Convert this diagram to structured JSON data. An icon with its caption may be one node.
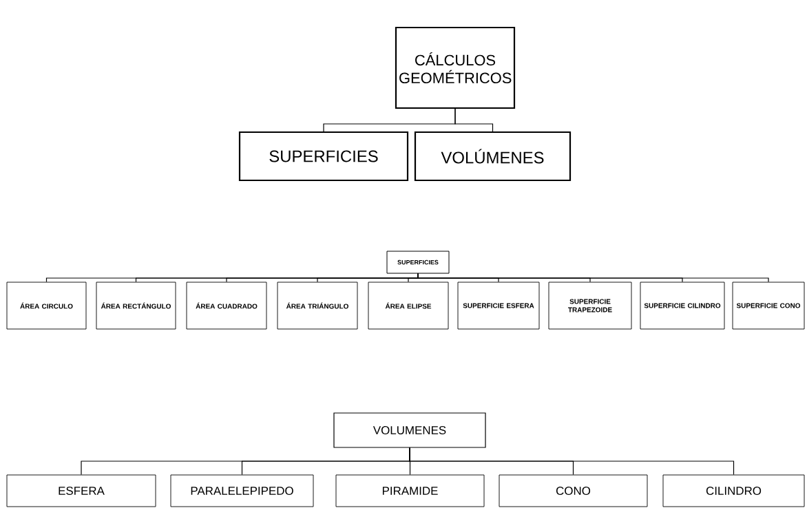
{
  "diagram": {
    "nodes": [
      {
        "text": [
          "CÁLCULOS GEOMÉTRICOS"
        ]
      },
      {
        "text": [
          "SUPERFICIES"
        ]
      },
      {
        "text": [
          "VOLÚMENES"
        ]
      },
      {
        "text": [
          "SUPERFICIES"
        ]
      },
      {
        "text": [
          "ÁREA CIRCULO"
        ]
      },
      {
        "text": [
          "ÁREA RECTÁNGULO"
        ]
      },
      {
        "text": [
          "ÁREA CUADRADO"
        ]
      },
      {
        "text": [
          "ÁREA TRIÁNGULO"
        ]
      },
      {
        "text": [
          "ÁREA ELIPSE"
        ]
      },
      {
        "text": [
          "SUPERFICIE ESFERA"
        ]
      },
      {
        "text": [
          "SUPERFICIE TRAPEZOIDE"
        ]
      },
      {
        "text": [
          "SUPERFICIE CILINDRO"
        ]
      },
      {
        "text": [
          "SUPERFICIE CONO"
        ]
      },
      {
        "text": [
          "VOLUMENES"
        ]
      },
      {
        "text": [
          "ESFERA"
        ]
      },
      {
        "text": [
          "PARALELEPIPEDO"
        ]
      },
      {
        "text": [
          "PIRAMIDE"
        ]
      },
      {
        "text": [
          "CONO"
        ]
      },
      {
        "text": [
          "CILINDRO"
        ]
      }
    ],
    "edges": [
      {
        "from": 0,
        "to": 1,
        "arrow": "none"
      },
      {
        "from": 0,
        "to": 2,
        "arrow": "none"
      },
      {
        "from": 3,
        "to": 4,
        "arrow": "none"
      },
      {
        "from": 3,
        "to": 5,
        "arrow": "none"
      },
      {
        "from": 3,
        "to": 6,
        "arrow": "none"
      },
      {
        "from": 3,
        "to": 7,
        "arrow": "none"
      },
      {
        "from": 3,
        "to": 8,
        "arrow": "none"
      },
      {
        "from": 3,
        "to": 9,
        "arrow": "none"
      },
      {
        "from": 3,
        "to": 10,
        "arrow": "none"
      },
      {
        "from": 3,
        "to": 11,
        "arrow": "none"
      },
      {
        "from": 3,
        "to": 12,
        "arrow": "none"
      },
      {
        "from": 13,
        "to": 14,
        "arrow": "none"
      },
      {
        "from": 13,
        "to": 15,
        "arrow": "none"
      },
      {
        "from": 13,
        "to": 16,
        "arrow": "none"
      },
      {
        "from": 13,
        "to": 17,
        "arrow": "none"
      },
      {
        "from": 13,
        "to": 18,
        "arrow": "none"
      }
    ]
  }
}
